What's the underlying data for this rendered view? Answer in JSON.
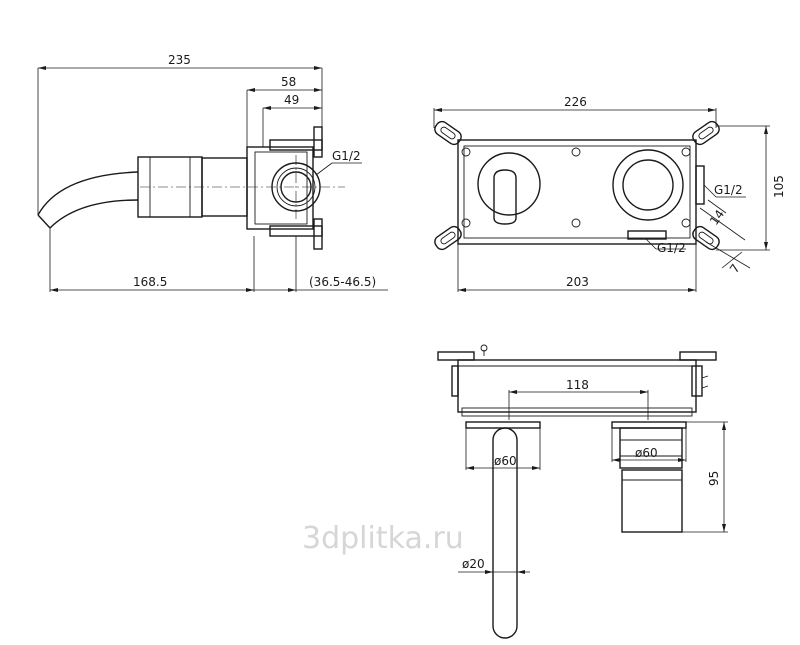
{
  "side_view": {
    "dim_total_length": "235",
    "dim_body_depth": "58",
    "dim_box_depth": "49",
    "dim_spout_reach": "168.5",
    "dim_wall_range": "(36.5-46.5)",
    "thread_label": "G1/2"
  },
  "front_view": {
    "dim_plate_width": "226",
    "dim_box_width": "203",
    "dim_height": "105",
    "thread_label_1": "G1/2",
    "thread_label_2": "G1/2",
    "dim_14": "14",
    "dim_7": "7"
  },
  "top_view": {
    "dim_centers": "118",
    "dim_spout_rosette": "ø60",
    "dim_handle_rosette": "ø60",
    "dim_handle_length": "95",
    "dim_spout_diameter": "ø20"
  },
  "watermark": "3dplitka.ru"
}
